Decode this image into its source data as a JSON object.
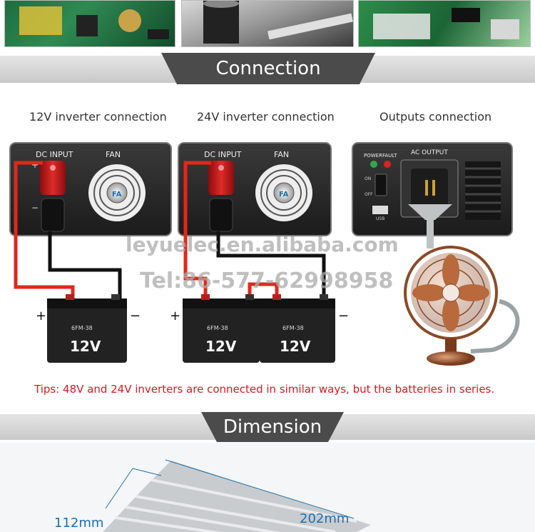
{
  "header_banner": {
    "title": "Connection diagram"
  },
  "diagrams": {
    "col1_title": "12V inverter connection",
    "col2_title": "24V inverter connection",
    "col3_title": "Outputs connection",
    "panel_dc_input": "DC INPUT",
    "panel_fan": "FAN",
    "panel_power": "POWER",
    "panel_fault": "FAULT",
    "panel_ac_output": "AC OUTPUT",
    "panel_on": "ON",
    "panel_off": "OFF",
    "panel_usb": "USB",
    "battery_model": "6FM-38",
    "battery_voltage": "12V",
    "plus_sign": "+",
    "minus_sign": "−",
    "fan_label": "FA"
  },
  "watermark": {
    "site": "leyuelec.en.alibaba.com",
    "tel": "Tel:86-577-62998958"
  },
  "tips": "Tips: 48V and 24V inverters are connected in similar ways, but the batteries in series.",
  "dimension_banner": {
    "title": "Dimension"
  },
  "dimensions": {
    "width": "112mm",
    "length": "202mm"
  },
  "colors": {
    "banner_dark": "#4b4b4b",
    "tips_red": "#d71920",
    "dimension_blue": "#1a6fb3",
    "wire_red": "#e0281b",
    "wire_black": "#111111"
  }
}
